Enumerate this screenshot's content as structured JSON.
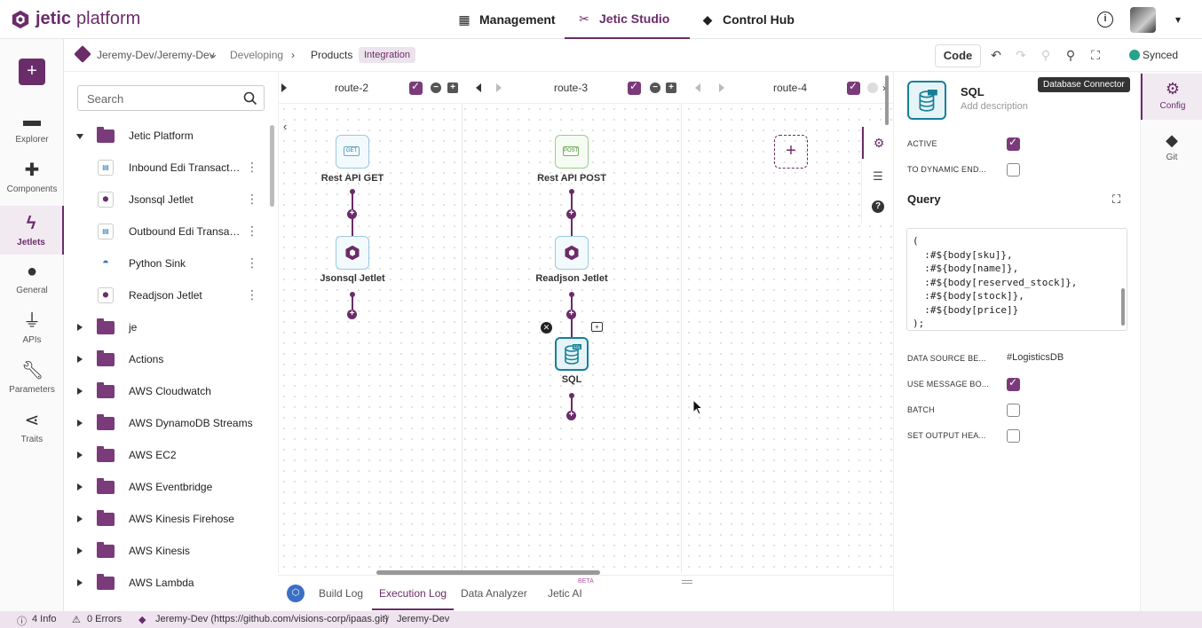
{
  "brand": {
    "name_bold": "jetic",
    "name_light": "platform"
  },
  "top_nav": {
    "tabs": [
      {
        "label": "Management",
        "icon": "dashboard-icon"
      },
      {
        "label": "Jetic Studio",
        "icon": "tools-icon",
        "active": true
      },
      {
        "label": "Control Hub",
        "icon": "hub-icon"
      }
    ]
  },
  "breadcrumb": {
    "workspace": "Jeremy-Dev/Jeremy-Dev",
    "stage": "Developing",
    "project": "Products",
    "tag": "Integration"
  },
  "toolbar": {
    "code_label": "Code",
    "sync_status": "Synced"
  },
  "left_rail": {
    "items": [
      {
        "label": "Explorer",
        "icon": "folder-icon"
      },
      {
        "label": "Components",
        "icon": "puzzle-icon"
      },
      {
        "label": "Jetlets",
        "icon": "bolt-icon",
        "active": true
      },
      {
        "label": "General",
        "icon": "info-icon"
      },
      {
        "label": "APIs",
        "icon": "plug-icon"
      },
      {
        "label": "Parameters",
        "icon": "wrench-icon"
      },
      {
        "label": "Traits",
        "icon": "share-icon"
      }
    ]
  },
  "explorer": {
    "search_placeholder": "Search",
    "root": "Jetic Platform",
    "children": [
      "Inbound Edi Transaction...",
      "Jsonsql Jetlet",
      "Outbound Edi Transacti...",
      "Python Sink",
      "Readjson Jetlet"
    ],
    "folders": [
      "je",
      "Actions",
      "AWS Cloudwatch",
      "AWS DynamoDB Streams",
      "AWS EC2",
      "AWS Eventbridge",
      "AWS Kinesis Firehose",
      "AWS Kinesis",
      "AWS Lambda"
    ]
  },
  "routes": [
    {
      "name": "route-2",
      "nodes": [
        {
          "label": "Rest API GET",
          "badge": "GET"
        },
        {
          "label": "Jsonsql Jetlet"
        }
      ]
    },
    {
      "name": "route-3",
      "nodes": [
        {
          "label": "Rest API POST",
          "badge": "POST"
        },
        {
          "label": "Readjson Jetlet"
        },
        {
          "label": "SQL",
          "badge": "SQL"
        }
      ]
    },
    {
      "name": "route-4",
      "nodes": []
    }
  ],
  "config": {
    "title": "SQL",
    "description_placeholder": "Add description",
    "tooltip": "Database Connector",
    "props": {
      "active": "ACTIVE",
      "to_dynamic": "TO DYNAMIC END...",
      "data_source_label": "DATA SOURCE BE...",
      "data_source_value": "#LogisticsDB",
      "use_message_body": "USE MESSAGE BO...",
      "batch": "BATCH",
      "set_output_header": "SET OUTPUT HEA..."
    },
    "query_label": "Query",
    "query_code": "(\n  :#${body[sku]},\n  :#${body[name]},\n  :#${body[reserved_stock]},\n  :#${body[stock]},\n  :#${body[price]}\n);"
  },
  "right_rail": {
    "items": [
      {
        "label": "Config",
        "icon": "gear-icon",
        "active": true
      },
      {
        "label": "Git",
        "icon": "git-icon"
      }
    ]
  },
  "log_tabs": {
    "tabs": [
      "Build Log",
      "Execution Log",
      "Data Analyzer",
      "Jetic AI"
    ],
    "active": "Execution Log",
    "beta": "BETA"
  },
  "status_bar": {
    "info": "4 Info",
    "errors": "0 Errors",
    "repo": "Jeremy-Dev (https://github.com/visions-corp/ipaas.git)",
    "branch": "Jeremy-Dev"
  },
  "colors": {
    "brand": "#6b2c6a",
    "accent": "#167f9a",
    "status_bg": "#efe3ef"
  }
}
